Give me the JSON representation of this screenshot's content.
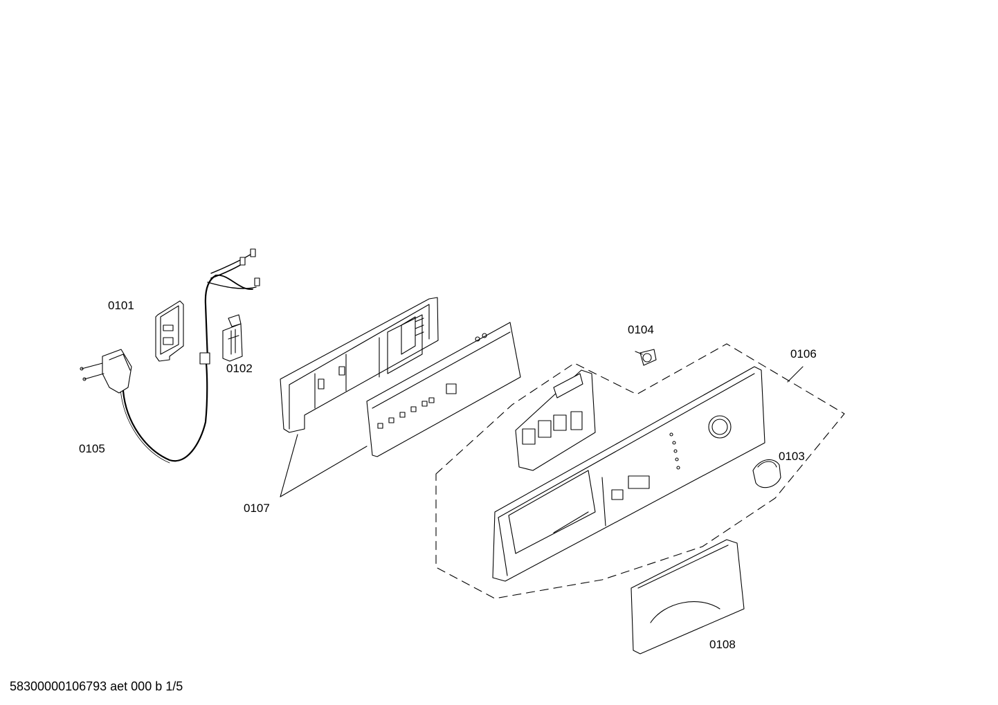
{
  "parts": [
    {
      "id": "p0101",
      "label": "0101"
    },
    {
      "id": "p0102",
      "label": "0102"
    },
    {
      "id": "p0103",
      "label": "0103"
    },
    {
      "id": "p0104",
      "label": "0104"
    },
    {
      "id": "p0105",
      "label": "0105"
    },
    {
      "id": "p0106",
      "label": "0106"
    },
    {
      "id": "p0107",
      "label": "0107"
    },
    {
      "id": "p0108",
      "label": "0108"
    }
  ],
  "footer": {
    "code": "58300000106793 aet 000 b 1/5"
  },
  "colors": {
    "ink": "#000000",
    "paper": "#ffffff",
    "fill": "#f4f4f4"
  }
}
